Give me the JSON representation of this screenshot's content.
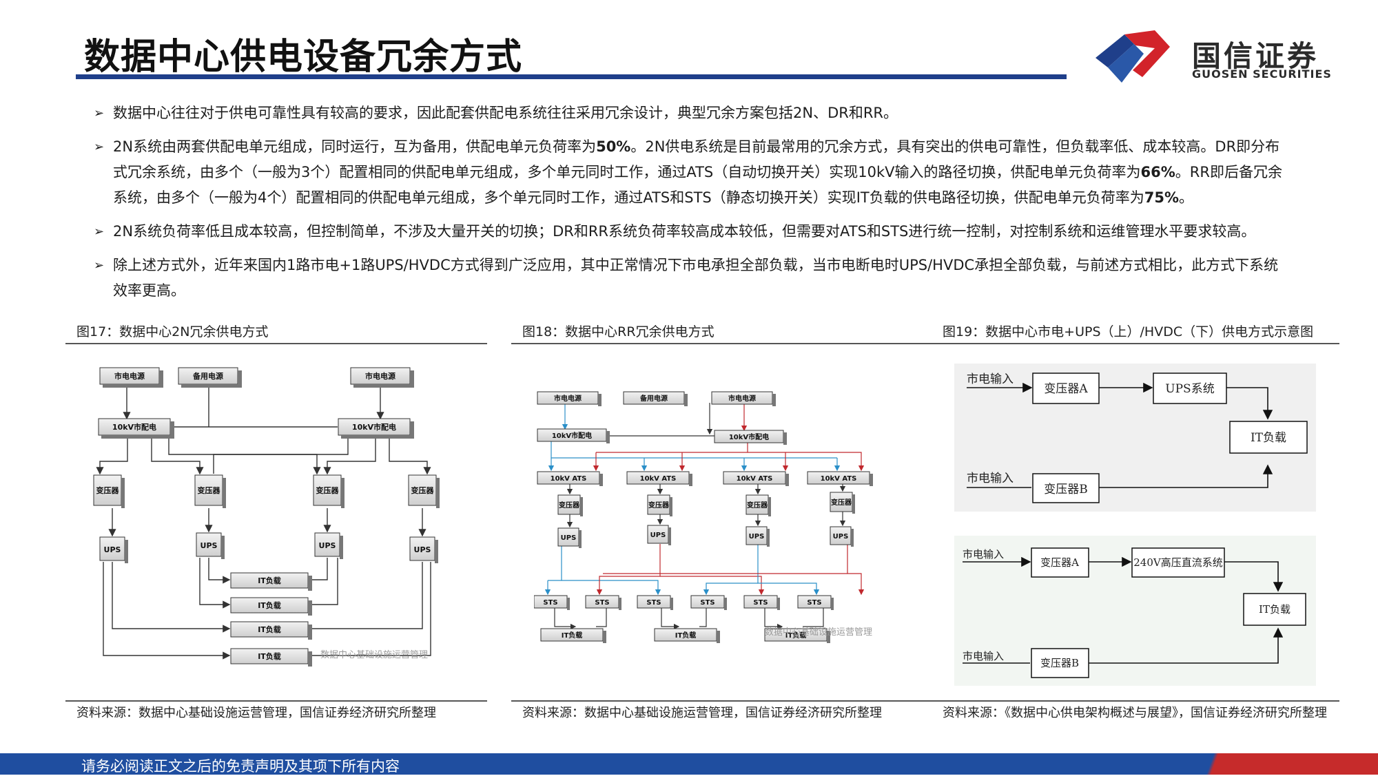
{
  "page": {
    "title": "数据中心供电设备冗余方式",
    "logo_cn": "国信证券",
    "logo_en": "GUOSEN SECURITIES",
    "footer": "请务必阅读正文之后的免责声明及其项下所有内容"
  },
  "bullets": [
    {
      "text": "数据中心往往对于供电可靠性具有较高的要求，因此配套供配电系统往往采用冗余设计，典型冗余方案包括2N、DR和RR。"
    },
    {
      "parts": [
        "2N系统由两套供配电单元组成，同时运行，互为备用，供配电单元负荷率为",
        "50%",
        "。2N供电系统是目前最常用的冗余方式，具有突出的供电可靠性，但负载率低、成本较高。DR即分布式冗余系统，由多个（一般为3个）配置相同的供配电单元组成，多个单元同时工作，通过ATS（自动切换开关）实现10kV输入的路径切换，供配电单元负荷率为",
        "66%",
        "。RR即后备冗余系统，由多个（一般为4个）配置相同的供配电单元组成，多个单元同时工作，通过ATS和STS（静态切换开关）实现IT负载的供电路径切换，供配电单元负荷率为",
        "75%",
        "。"
      ]
    },
    {
      "text": "2N系统负荷率低且成本较高，但控制简单，不涉及大量开关的切换；DR和RR系统负荷率较高成本较低，但需要对ATS和STS进行统一控制，对控制系统和运维管理水平要求较高。"
    },
    {
      "text": "除上述方式外，近年来国内1路市电+1路UPS/HVDC方式得到广泛应用，其中正常情况下市电承担全部负载，当市电断电时UPS/HVDC承担全部负载，与前述方式相比，此方式下系统效率更高。"
    }
  ],
  "figures": [
    {
      "caption": "图17：数据中心2N冗余供电方式",
      "source": "资料来源：数据中心基础设施运营管理，国信证券经济研究所整理"
    },
    {
      "caption": "图18：数据中心RR冗余供电方式",
      "source": "资料来源：数据中心基础设施运营管理，国信证券经济研究所整理"
    },
    {
      "caption": "图19：数据中心市电+UPS（上）/HVDC（下）供电方式示意图",
      "source": "资料来源：《数据中心供电架构概述与展望》，国信证券经济研究所整理"
    }
  ],
  "fig17": {
    "power_city": "市电电源",
    "power_backup": "备用电源",
    "dist": "10kV市配电",
    "transformer": "变压器",
    "ups": "UPS",
    "it_load": "IT负载",
    "watermark": "数据中心基础设施运营管理"
  },
  "fig18": {
    "power_city": "市电电源",
    "power_backup": "备用电源",
    "dist": "10kV市配电",
    "ats": "10kV ATS",
    "transformer": "变压器",
    "ups": "UPS",
    "sts": "STS",
    "it_load": "IT负载",
    "watermark": "数据中心基础设施运营管理"
  },
  "fig19": {
    "grid_in": "市电输入",
    "tx_a": "变压器A",
    "tx_b": "变压器B",
    "ups_sys": "UPS系统",
    "it_load": "IT负载",
    "hvdc_sys": "240V高压直流系统"
  },
  "colors": {
    "accent_blue": "#1f3f8a",
    "brand_red": "#d2232a",
    "footer_blue": "#1f4ea0"
  }
}
